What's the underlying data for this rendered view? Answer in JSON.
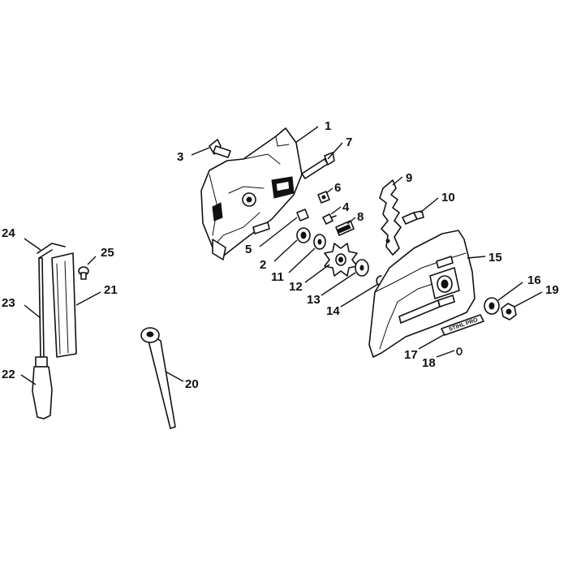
{
  "part_numbers": [
    "1",
    "2",
    "3",
    "4",
    "5",
    "6",
    "7",
    "8",
    "9",
    "10",
    "11",
    "12",
    "13",
    "14",
    "15",
    "16",
    "17",
    "18",
    "19",
    "20",
    "21",
    "22",
    "23",
    "24",
    "25"
  ],
  "stamp_text": "STIHL PRO"
}
